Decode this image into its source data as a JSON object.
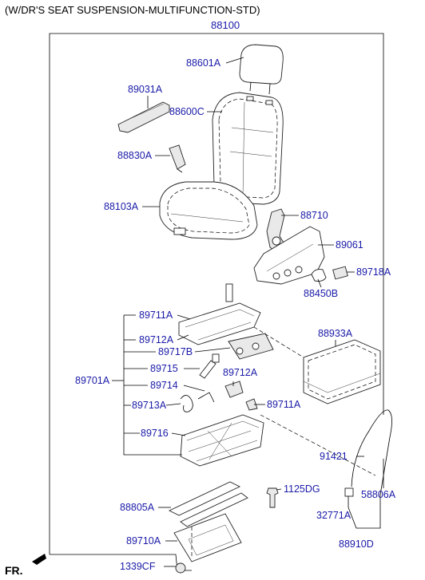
{
  "header": {
    "title": "(W/DR'S SEAT SUSPENSION-MULTIFUNCTION-STD)",
    "assembly_number": "88100"
  },
  "direction_label": "FR.",
  "parts": [
    {
      "id": "88601A",
      "label": "88601A",
      "name": "headrest"
    },
    {
      "id": "89031A",
      "label": "89031A",
      "name": "armrest"
    },
    {
      "id": "88600C",
      "label": "88600C",
      "name": "seatback"
    },
    {
      "id": "88830A",
      "label": "88830A",
      "name": "buckle"
    },
    {
      "id": "88103A",
      "label": "88103A",
      "name": "seat-cushion"
    },
    {
      "id": "88710",
      "label": "88710",
      "name": "recliner"
    },
    {
      "id": "89061",
      "label": "89061",
      "name": "side-shield"
    },
    {
      "id": "89718A",
      "label": "89718A",
      "name": "switch"
    },
    {
      "id": "88450B",
      "label": "88450B",
      "name": "knob"
    },
    {
      "id": "89711A_1",
      "label": "89711A",
      "name": "upper-frame"
    },
    {
      "id": "89712A_1",
      "label": "89712A",
      "name": "bracket"
    },
    {
      "id": "89717B",
      "label": "89717B",
      "name": "motor"
    },
    {
      "id": "89715",
      "label": "89715",
      "name": "damper"
    },
    {
      "id": "89712A_2",
      "label": "89712A",
      "name": "bracket-2"
    },
    {
      "id": "89714",
      "label": "89714",
      "name": "link"
    },
    {
      "id": "89701A",
      "label": "89701A",
      "name": "suspension-assy"
    },
    {
      "id": "89713A",
      "label": "89713A",
      "name": "harness"
    },
    {
      "id": "89711A_2",
      "label": "89711A",
      "name": "clip"
    },
    {
      "id": "89716",
      "label": "89716",
      "name": "lower-frame"
    },
    {
      "id": "88933A",
      "label": "88933A",
      "name": "cover"
    },
    {
      "id": "91421",
      "label": "91421",
      "name": "wiring"
    },
    {
      "id": "1125DG",
      "label": "1125DG",
      "name": "bolt"
    },
    {
      "id": "88805A",
      "label": "88805A",
      "name": "rail"
    },
    {
      "id": "58806A",
      "label": "58806A",
      "name": "hose"
    },
    {
      "id": "32771A",
      "label": "32771A",
      "name": "fitting"
    },
    {
      "id": "89710A",
      "label": "89710A",
      "name": "base-plate"
    },
    {
      "id": "88910D",
      "label": "88910D",
      "name": "air-line"
    },
    {
      "id": "1339CF",
      "label": "1339CF",
      "name": "nut"
    }
  ],
  "colors": {
    "label": "#1a1aa8",
    "line": "#000000",
    "background": "#ffffff"
  }
}
